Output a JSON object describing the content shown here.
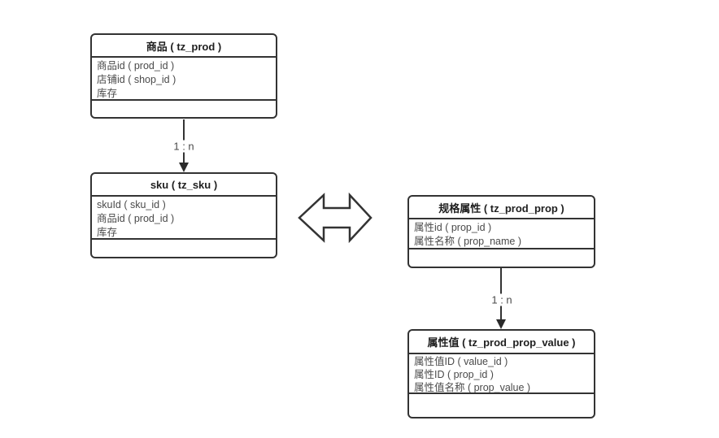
{
  "tables": [
    {
      "name": "prod",
      "title": "商品 ( tz_prod )",
      "fields": [
        "商品id ( prod_id )",
        "店铺id ( shop_id )",
        "库存"
      ]
    },
    {
      "name": "sku",
      "title": "sku ( tz_sku )",
      "fields": [
        "skuId ( sku_id )",
        "商品id ( prod_id )",
        "库存"
      ]
    },
    {
      "name": "prod-prop",
      "title": "规格属性 ( tz_prod_prop )",
      "fields": [
        "属性id ( prop_id )",
        "属性名称 ( prop_name )"
      ]
    },
    {
      "name": "prod-prop-value",
      "title": "属性值 ( tz_prod_prop_value )",
      "fields": [
        "属性值ID ( value_id )",
        "属性ID ( prop_id )",
        "属性值名称 ( prop_value )"
      ]
    }
  ],
  "connectors": [
    {
      "label": "1 : n"
    },
    {
      "label": "1 : n"
    }
  ],
  "colors": {
    "border": "#333333",
    "header_text": "#1f1f1f",
    "field_text": "#4a4a4a",
    "background": "#ffffff"
  }
}
